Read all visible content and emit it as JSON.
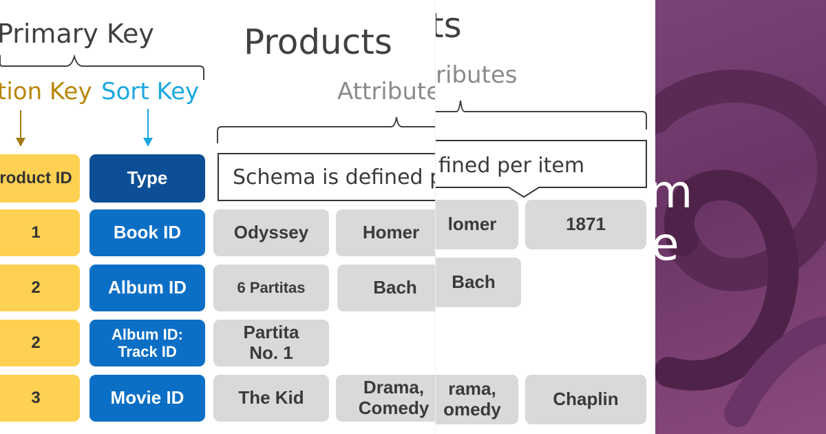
{
  "left": {
    "primary_key": "Primary Key",
    "partition_key": "tion Key",
    "sort_key": "Sort Key",
    "title": "Products",
    "attributes": "Attribute",
    "schema_note": "Schema is defined p",
    "pk_header": "roduct ID",
    "sk_header": "Type",
    "rows": [
      {
        "pk": "1",
        "sk": "Book ID",
        "a1": "Odyssey",
        "a2": "Homer"
      },
      {
        "pk": "2",
        "sk": "Album  ID",
        "a1": "6 Partitas",
        "a2": "Bach"
      },
      {
        "pk": "2",
        "sk": "Album  ID: Track ID",
        "a1": "Partita No. 1",
        "a2": ""
      },
      {
        "pk": "3",
        "sk": "Movie ID",
        "a1": "The Kid",
        "a2": "Drama, Comedy"
      }
    ]
  },
  "middle": {
    "title_fragment": "ts",
    "attributes": "ributes",
    "schema_note": "fined per item",
    "cells": {
      "r1a": "lomer",
      "r1b": "1871",
      "r2a": "Bach",
      "r4a": "rama, omedy",
      "r4b": "Chaplin"
    }
  },
  "right": {
    "line1": "m",
    "line2": "e"
  },
  "colors": {
    "partition_key": "#b8860b",
    "sort_key": "#1aa7e0",
    "pk_fill": "#ffd152",
    "sk_fill": "#0b6fc6",
    "attr_fill": "#d9d9d9",
    "brand": "#7a4376"
  }
}
